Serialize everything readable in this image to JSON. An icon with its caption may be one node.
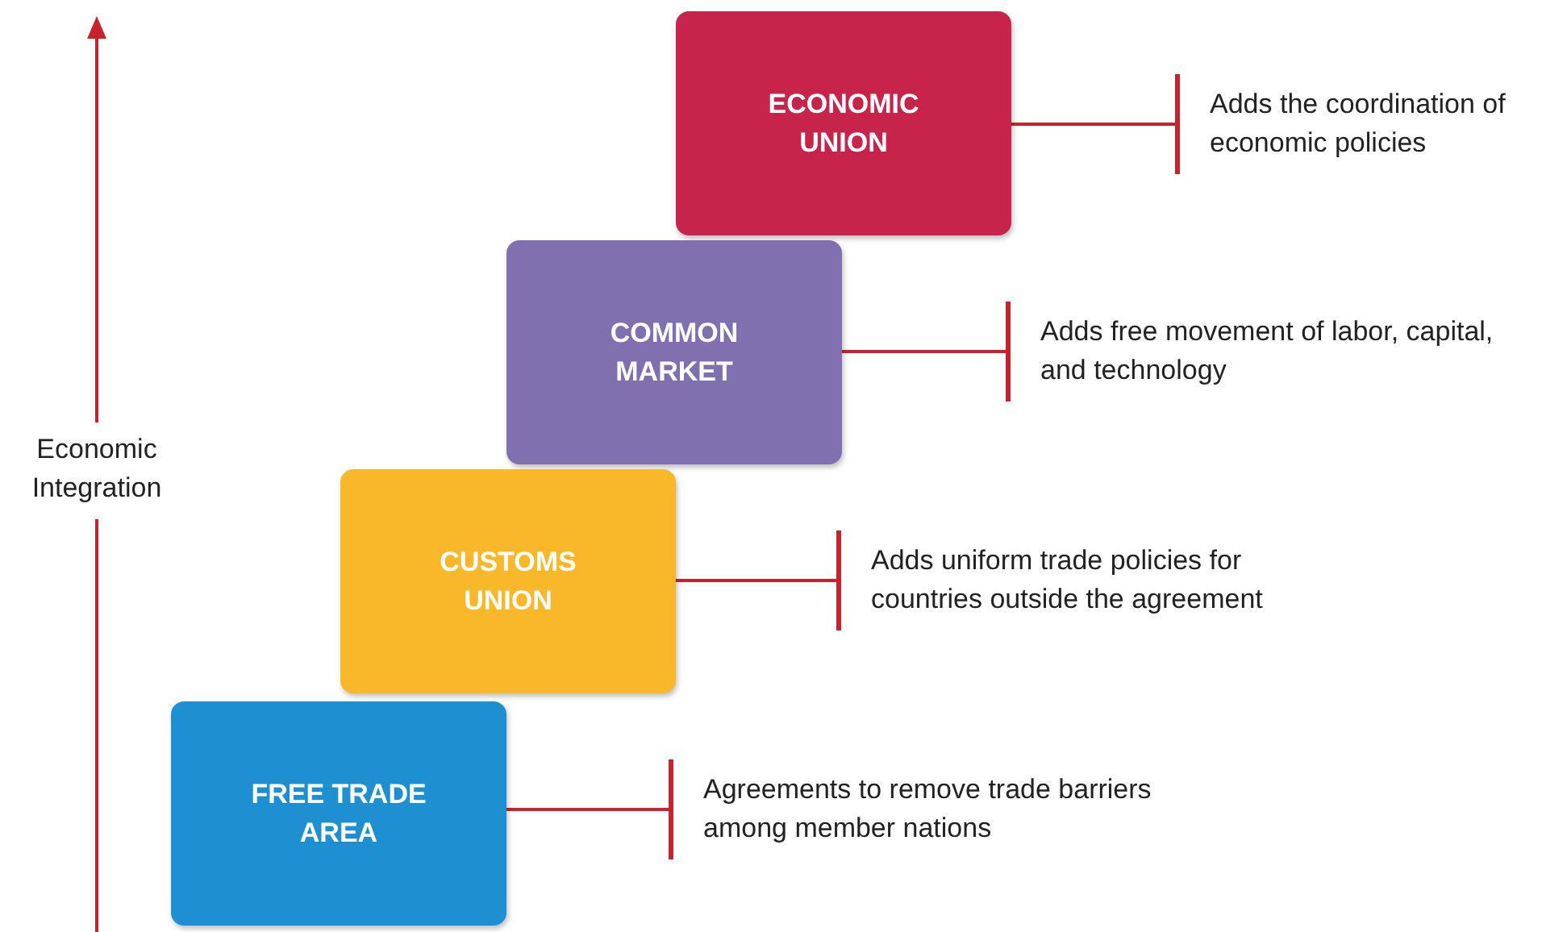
{
  "diagram": {
    "nodes": [
      {
        "text": [
          "ECONOMIC UNION"
        ]
      },
      {
        "text": [
          "Adds the coordination of economic policies"
        ]
      },
      {
        "text": [
          "COMMON MARKET"
        ]
      },
      {
        "text": [
          "Adds free movement of labor, capital, and technology"
        ]
      },
      {
        "text": [
          "CUSTOMS UNION"
        ]
      },
      {
        "text": [
          "Adds uniform trade policies for countries outside the agreement"
        ]
      },
      {
        "text": [
          "FREE TRADE AREA"
        ]
      },
      {
        "text": [
          "Agreements to remove trade barriers among member nations"
        ]
      }
    ],
    "edges": [
      {
        "from": 0,
        "to": 1,
        "arrow": "other"
      },
      {
        "from": 2,
        "to": 3,
        "arrow": "other"
      },
      {
        "from": 4,
        "to": 5,
        "arrow": "other"
      },
      {
        "from": 6,
        "to": 7,
        "arrow": "other"
      }
    ],
    "labels": [
      "Economic Integration"
    ]
  }
}
